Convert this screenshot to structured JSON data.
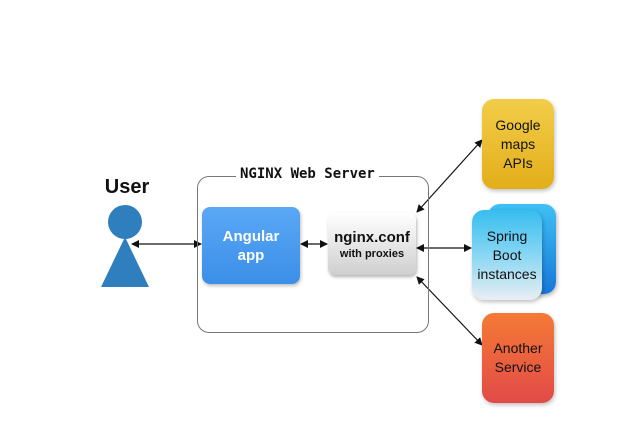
{
  "user": {
    "label": "User"
  },
  "server": {
    "label": "NGINX Web Server"
  },
  "angular": {
    "label_line1": "Angular",
    "label_line2": "app"
  },
  "nginx": {
    "title": "nginx.conf",
    "subtitle": "with proxies"
  },
  "services": {
    "google": {
      "line1": "Google",
      "line2": "maps",
      "line3": "APIs"
    },
    "spring": {
      "line1": "Spring",
      "line2": "Boot",
      "line3": "instances"
    },
    "another": {
      "line1": "Another",
      "line2": "Service"
    }
  },
  "colors": {
    "user": "#2f7fbf",
    "angular": "#4a9df0",
    "google": "#e9bb2b",
    "spring": "#29a9ee",
    "another": "#ec6240",
    "arrow": "#111111"
  }
}
